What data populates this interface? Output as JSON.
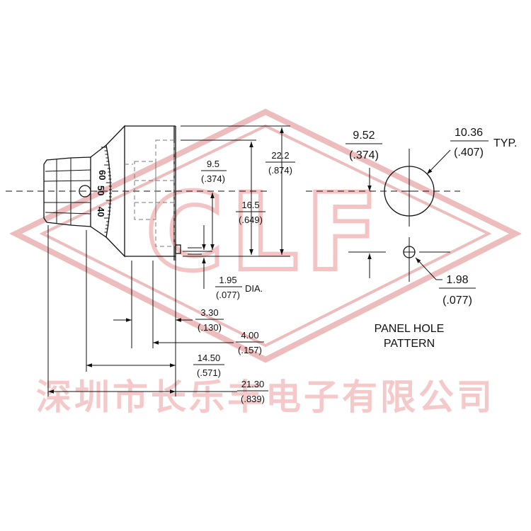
{
  "knob_dims": {
    "d_9_5": {
      "value": "9.5",
      "inch": "(.374)"
    },
    "d_22_2": {
      "value": "22.2",
      "inch": "(.874)"
    },
    "d_16_5": {
      "value": "16.5",
      "inch": "(.649)"
    },
    "d_1_95": {
      "value": "1.95",
      "inch": "(.077)",
      "suffix": "DIA."
    },
    "d_3_30": {
      "value": "3.30",
      "inch": "(.130)"
    },
    "d_4_00": {
      "value": "4.00",
      "inch": "(.157)"
    },
    "d_14_50": {
      "value": "14.50",
      "inch": "(.571)"
    },
    "d_21_30": {
      "value": "21.30",
      "inch": "(.839)"
    }
  },
  "dial_numbers": [
    "60",
    "50",
    "40"
  ],
  "panel": {
    "d_9_52": {
      "value": "9.52",
      "inch": "(.374)"
    },
    "d_10_36": {
      "value": "10.36",
      "inch": "(.407)",
      "suffix": "TYP."
    },
    "d_1_98": {
      "value": "1.98",
      "inch": "(.077)"
    },
    "title_line1": "PANEL HOLE",
    "title_line2": "PATTERN"
  },
  "watermark": {
    "logo_text": "CLF",
    "company": "深圳市长乐丰电子有限公司",
    "color": "#e7a5a5"
  }
}
